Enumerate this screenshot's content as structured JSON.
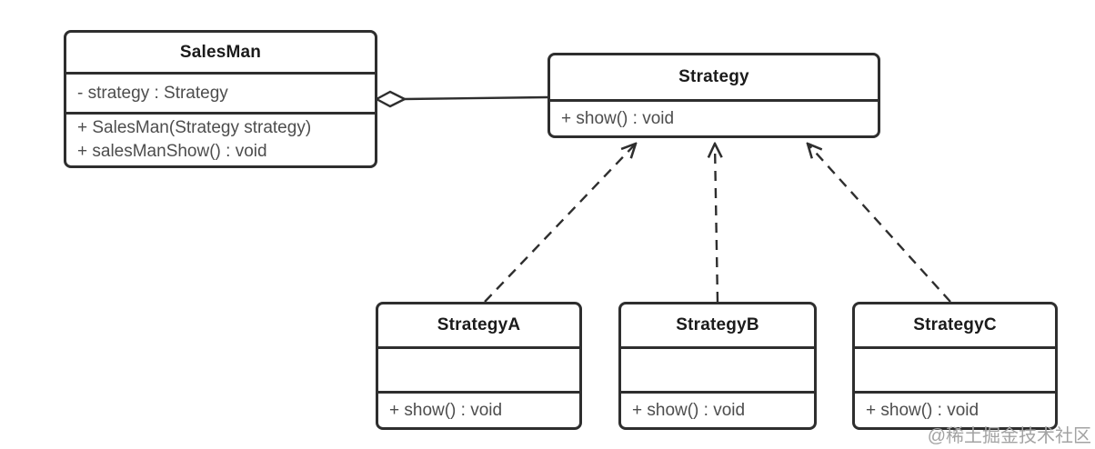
{
  "diagram": {
    "type": "uml-class-diagram",
    "pattern": "Strategy",
    "classes": [
      {
        "name": "SalesMan",
        "attributes": [
          "- strategy : Strategy"
        ],
        "methods": [
          "+ SalesMan(Strategy strategy)",
          "+ salesManShow() : void"
        ]
      },
      {
        "name": "Strategy",
        "attributes": [],
        "methods": [
          "+ show() : void"
        ]
      },
      {
        "name": "StrategyA",
        "attributes": [],
        "methods": [
          "+ show() : void"
        ]
      },
      {
        "name": "StrategyB",
        "attributes": [],
        "methods": [
          "+ show() : void"
        ]
      },
      {
        "name": "StrategyC",
        "attributes": [],
        "methods": [
          "+ show() : void"
        ]
      }
    ],
    "relations": [
      {
        "type": "aggregation",
        "from": "SalesMan",
        "to": "Strategy"
      },
      {
        "type": "realization",
        "from": "StrategyA",
        "to": "Strategy"
      },
      {
        "type": "realization",
        "from": "StrategyB",
        "to": "Strategy"
      },
      {
        "type": "realization",
        "from": "StrategyC",
        "to": "Strategy"
      }
    ],
    "colors": {
      "stroke": "#2e2e2e",
      "title_text": "#1b1b1b",
      "member_text": "#4d4d4d",
      "background": "#ffffff",
      "watermark_text": "#a3a3a3"
    }
  },
  "watermark": {
    "text": "@稀土掘金技术社区"
  }
}
